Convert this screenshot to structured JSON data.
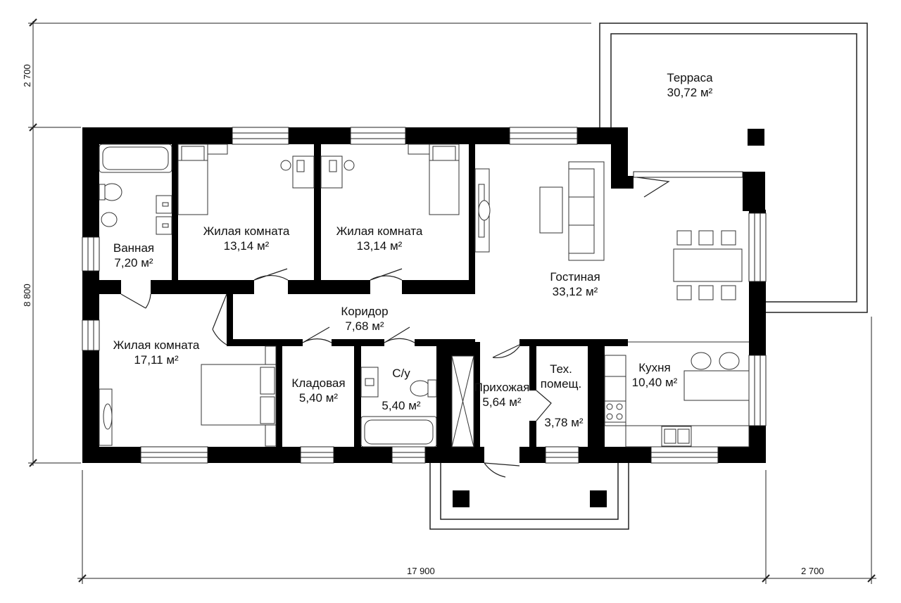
{
  "rooms": [
    {
      "id": "terrace",
      "name": "Терраса",
      "area": "30,72",
      "unit": "м²"
    },
    {
      "id": "bathroom",
      "name": "Ванная",
      "area": "7,20",
      "unit": "м²"
    },
    {
      "id": "living-room-1",
      "name": "Жилая комната",
      "area": "13,14",
      "unit": "м²"
    },
    {
      "id": "living-room-2",
      "name": "Жилая комната",
      "area": "13,14",
      "unit": "м²"
    },
    {
      "id": "lounge",
      "name": "Гостиная",
      "area": "33,12",
      "unit": "м²"
    },
    {
      "id": "corridor",
      "name": "Коридор",
      "area": "7,68",
      "unit": "м²"
    },
    {
      "id": "living-room-3",
      "name": "Жилая комната",
      "area": "17,11",
      "unit": "м²"
    },
    {
      "id": "storage",
      "name": "Кладовая",
      "area": "5,40",
      "unit": "м²"
    },
    {
      "id": "wc",
      "name": "С/у",
      "area": "5,40",
      "unit": "м²"
    },
    {
      "id": "hall",
      "name": "Прихожая",
      "area": "5,64",
      "unit": "м²"
    },
    {
      "id": "tech",
      "name": "Тех. помещ.",
      "name_line1": "Тех.",
      "name_line2": "помещ.",
      "area": "3,78",
      "unit": "м²"
    },
    {
      "id": "kitchen",
      "name": "Кухня",
      "area": "10,40",
      "unit": "м²"
    }
  ],
  "dimensions": {
    "top_left_vertical": "2 700",
    "left_vertical": "8 800",
    "bottom_main": "17 900",
    "bottom_right": "2 700"
  },
  "colors": {
    "wall": "#000000",
    "line": "#222222",
    "background": "#ffffff"
  }
}
